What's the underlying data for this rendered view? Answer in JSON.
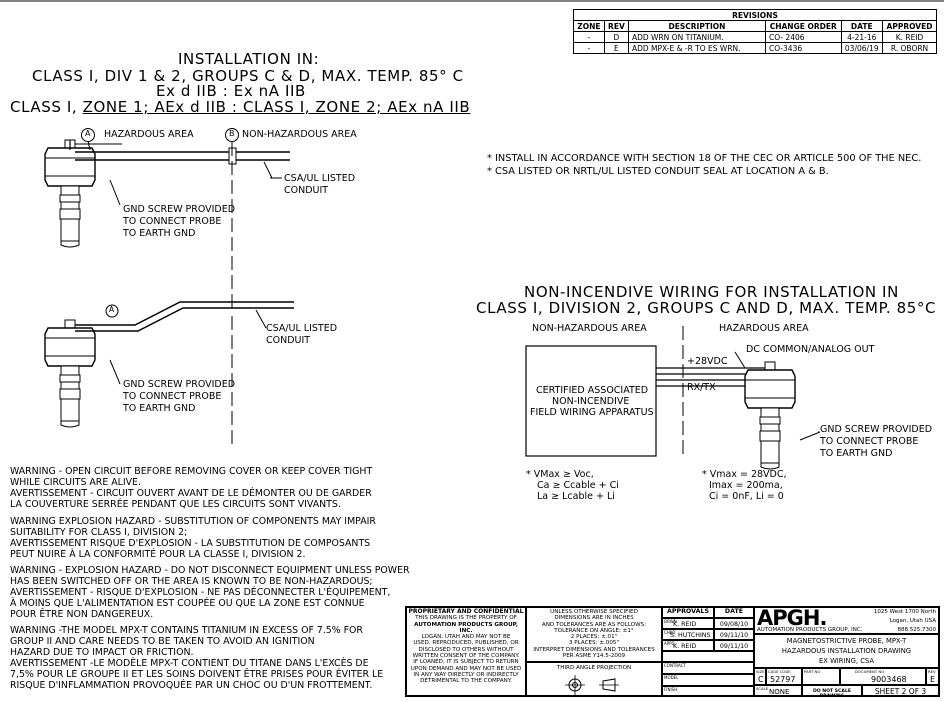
{
  "revisions": {
    "title": "REVISIONS",
    "headers": [
      "ZONE",
      "REV",
      "DESCRIPTION",
      "CHANGE ORDER",
      "DATE",
      "APPROVED"
    ],
    "rows": [
      [
        "-",
        "D",
        "ADD WRN ON TITANIUM.",
        "CO- 2406",
        "4-21-16",
        "K. REID"
      ],
      [
        "-",
        "E",
        "ADD MPX-E & -R TO ES WRN.",
        "CO-3436",
        "03/06/19",
        "R. OBORN"
      ]
    ]
  },
  "installation": {
    "line1": "INSTALLATION IN:",
    "line2": "CLASS I, DIV 1 & 2, GROUPS C & D, MAX. TEMP. 85° C",
    "line3": "Ex d IIB : Ex nA IIB",
    "line4a": "CLASS I,",
    "line4b": "ZONE 1; AEx d IIB : CLASS I, ZONE 2; AEx nA IIB"
  },
  "top_diagram": {
    "marker_a": "A",
    "marker_b": "B",
    "hazardous": "HAZARDOUS AREA",
    "non_hazardous": "NON-HAZARDOUS AREA",
    "conduit_1": "CSA/UL LISTED",
    "conduit_2": "CONDUIT",
    "gnd_1": "GND SCREW PROVIDED",
    "gnd_2": "TO CONNECT PROBE",
    "gnd_3": "TO EARTH GND"
  },
  "mid_diagram": {
    "marker_a": "A",
    "conduit_1": "CSA/UL LISTED",
    "conduit_2": "CONDUIT",
    "gnd_1": "GND SCREW PROVIDED",
    "gnd_2": "TO CONNECT PROBE",
    "gnd_3": "TO EARTH GND"
  },
  "notes": {
    "n1": "* INSTALL IN ACCORDANCE WITH SECTION 18 OF THE CEC OR ARTICLE 500 OF THE NEC.",
    "n2": "* CSA LISTED OR NRTL/UL LISTED CONDUIT SEAL AT LOCATION A & B."
  },
  "nonincendive": {
    "title1": "NON-INCENDIVE WIRING FOR INSTALLATION IN",
    "title2": "CLASS I, DIVISION 2, GROUPS C AND D, MAX. TEMP. 85°C",
    "non_hazardous": "NON-HAZARDOUS AREA",
    "hazardous": "HAZARDOUS AREA",
    "box_1": "CERTIFIED ASSOCIATED",
    "box_2": "NON-INCENDIVE",
    "box_3": "FIELD WIRING APPARATUS",
    "plus28": "+28VDC",
    "dc_common": "DC COMMON/ANALOG OUT",
    "rxtx": "RX/TX",
    "gnd_1": "GND SCREW PROVIDED",
    "gnd_2": "TO CONNECT PROBE",
    "gnd_3": "TO EARTH GND",
    "left_1": "* VMax ≥ Voc,",
    "left_2": "Ca ≥ Ccable + Ci",
    "left_3": "La ≥ Lcable + Li",
    "right_1": "* Vmax = 28VDC,",
    "right_2": "Imax = 200ma,",
    "right_3": "Ci = 0nF, Li = 0"
  },
  "warnings": [
    [
      "WARNING - OPEN CIRCUIT BEFORE REMOVING COVER OR KEEP COVER TIGHT",
      "WHILE CIRCUITS ARE ALIVE.",
      "AVERTISSEMENT - CIRCUIT OUVERT AVANT DE LE DÉMONTER OU DE GARDER",
      "LA COUVERTURE SERRÉE PENDANT QUE LES CIRCUITS SONT VIVANTS."
    ],
    [
      "WARNING EXPLOSION HAZARD - SUBSTITUTION OF COMPONENTS MAY IMPAIR",
      "SUITABILITY FOR CLASS I, DIVISION 2;",
      "AVERTISSEMENT RISQUE D'EXPLOSION - LA SUBSTITUTION DE COMPOSANTS",
      "PEUT NUIRE À LA CONFORMITÉ POUR LA CLASSE I, DIVISION 2."
    ],
    [
      "WARNING - EXPLOSION HAZARD - DO NOT DISCONNECT EQUIPMENT UNLESS POWER",
      "HAS BEEN SWITCHED OFF OR THE AREA IS KNOWN TO BE NON-HAZARDOUS;",
      "AVERTISSEMENT - RISQUE D'EXPLOSION - NE PAS DÉCONNECTER L'ÉQUIPEMENT,",
      "À MOINS QUE L'ALIMENTATION EST COUPÉE OU QUE LA ZONE EST CONNUE",
      "POUR ÊTRE NON DANGEREUX."
    ],
    [
      "WARNING -THE MODEL MPX-T CONTAINS TITANIUM IN EXCESS OF 7.5% FOR",
      "GROUP II AND CARE NEEDS TO BE TAKEN TO AVOID AN IGNITION",
      "HAZARD DUE TO IMPACT OR FRICTION.",
      "AVERTISSEMENT -LE MODÈLE MPX-T CONTIENT DU TITANE DANS L'EXCÈS DE",
      "7,5% POUR LE GROUPE II ET LES SOINS DOIVENT ÊTRE PRISES POUR ÉVITER LE",
      "RISQUE D'INFLAMMATION PROVOQUÉE PAR UN CHOC OU D'UN FROTTEMENT."
    ]
  ],
  "title_block": {
    "prop_title": "PROPRIETARY AND CONFIDENTIAL",
    "prop_text": [
      "THIS DRAWING IS THE PROPERTY OF",
      "AUTOMATION PRODUCTS GROUP, INC.",
      "LOGAN, UTAH AND MAY NOT BE",
      "USED, REPRODUCED, PUBLISHED, OR",
      "DISCLOSED TO OTHERS WITHOUT",
      "WRITTEN CONSENT OF THE COMPANY.",
      "IF LOANED, IT IS SUBJECT TO RETURN",
      "UPON DEMAND AND MAY NOT BE USED",
      "IN ANY WAY DIRECTLY OR INDIRECTLY",
      "DETRIMENTAL TO THE COMPANY."
    ],
    "tol_text": [
      "UNLESS OTHERWISE SPECIFIED",
      "DIMENSIONS ARE IN INCHES",
      "AND TOLERANCES ARE AS FOLLOWS:",
      "TOLERANCE ON ANGLE: ±1°",
      "2 PLACES: ±.01\"",
      "3 PLACES: ±.005\"",
      "INTERPRET DIMENSIONS AND TOLERANCES",
      "PER ASME Y14.5-2009"
    ],
    "projection": "THIRD ANGLE PROJECTION",
    "approvals": "APPROVALS",
    "date_h": "DATE",
    "drwn_l": "DRWN",
    "drwn": "K. REID",
    "drwn_d": "09/08/10",
    "chkd_l": "CHKD",
    "chkd": "S. HUTCHINS",
    "chkd_d": "09/11/10",
    "appd_l": "APPD",
    "appd": "K. REID",
    "appd_d": "09/11/10",
    "contract": "CONTRACT",
    "model": "MODEL",
    "finish": "FINISH",
    "logo": "APGH.",
    "company": "AUTOMATION PRODUCTS GROUP, INC.",
    "addr1": "1025 West 1700 North",
    "addr2": "Logan, Utah USA",
    "phone": "888.525.7300",
    "t1": "MAGNETOSTRICTIVE PROBE, MPX-T",
    "t2": "HAZARDOUS INSTALLATION DRAWING",
    "t3": "EX WIRING, CSA",
    "size_l": "SIZE",
    "size": "C",
    "cage_l": "CAGE CODE",
    "cage": "52797",
    "part_l": "PART NO",
    "doc_l": "DOCUMENT NO",
    "doc": "9003468",
    "rev_l": "REV",
    "rev": "E",
    "scale_l": "SCALE",
    "scale": "NONE",
    "noscale": "DO NOT SCALE DRAWING",
    "sheet": "SHEET 2 OF 3"
  }
}
